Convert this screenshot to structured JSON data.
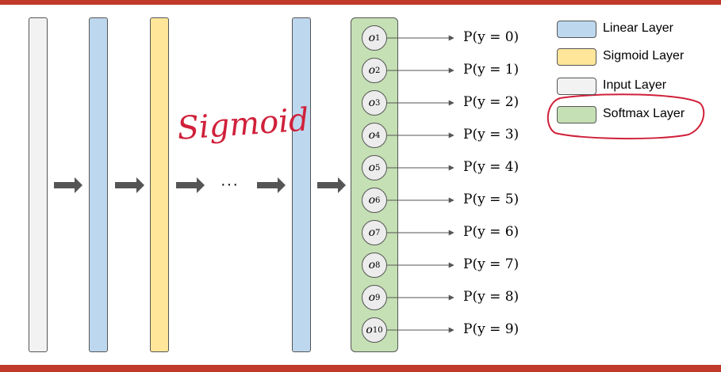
{
  "legend": [
    {
      "label": "Linear Layer",
      "color": "#bdd7ee"
    },
    {
      "label": "Sigmoid Layer",
      "color": "#ffe699"
    },
    {
      "label": "Input Layer",
      "color": "#f2f2f2"
    },
    {
      "label": "Softmax Layer",
      "color": "#c5e0b4"
    }
  ],
  "annotation": "Sigmoid",
  "ellipsis": "···",
  "nodes": [
    {
      "name": "o",
      "sub": "1"
    },
    {
      "name": "o",
      "sub": "2"
    },
    {
      "name": "o",
      "sub": "3"
    },
    {
      "name": "o",
      "sub": "4"
    },
    {
      "name": "o",
      "sub": "5"
    },
    {
      "name": "o",
      "sub": "6"
    },
    {
      "name": "o",
      "sub": "7"
    },
    {
      "name": "o",
      "sub": "8"
    },
    {
      "name": "o",
      "sub": "9"
    },
    {
      "name": "o",
      "sub": "10"
    }
  ],
  "outputs": [
    "P(y = 0)",
    "P(y = 1)",
    "P(y = 2)",
    "P(y = 3)",
    "P(y = 4)",
    "P(y = 5)",
    "P(y = 6)",
    "P(y = 7)",
    "P(y = 8)",
    "P(y = 9)"
  ],
  "colors": {
    "accent": "#c0392b",
    "annotation": "#d0203a"
  }
}
